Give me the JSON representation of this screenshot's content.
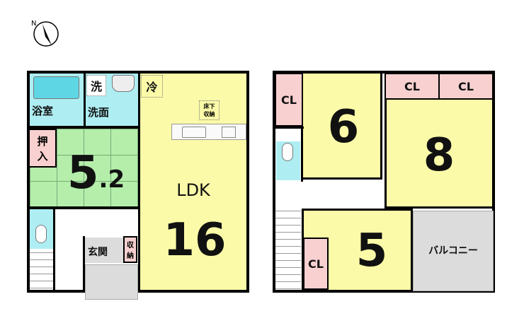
{
  "floor1": {
    "bath": "浴室",
    "washroom": "洗面",
    "washer": "洗",
    "fridge": "冷",
    "underfloor_storage": [
      "床下",
      "収納"
    ],
    "closet_oshiire": [
      "押",
      "入"
    ],
    "tatami_size": "5",
    "tatami_size_decimal": ".2",
    "ldk_label": "LDK",
    "ldk_size": "16",
    "entrance": "玄関",
    "storage": [
      "収",
      "納"
    ]
  },
  "floor2": {
    "closet": "CL",
    "room_a": "6",
    "room_b": "8",
    "room_c": "5",
    "balcony": "バルコニー"
  },
  "colors": {
    "wet": "#aeeef3",
    "room": "#fafaa8",
    "tatami": "#b4eeaa",
    "closet": "#f8d0d0",
    "outdoor": "#dcdcdc"
  }
}
